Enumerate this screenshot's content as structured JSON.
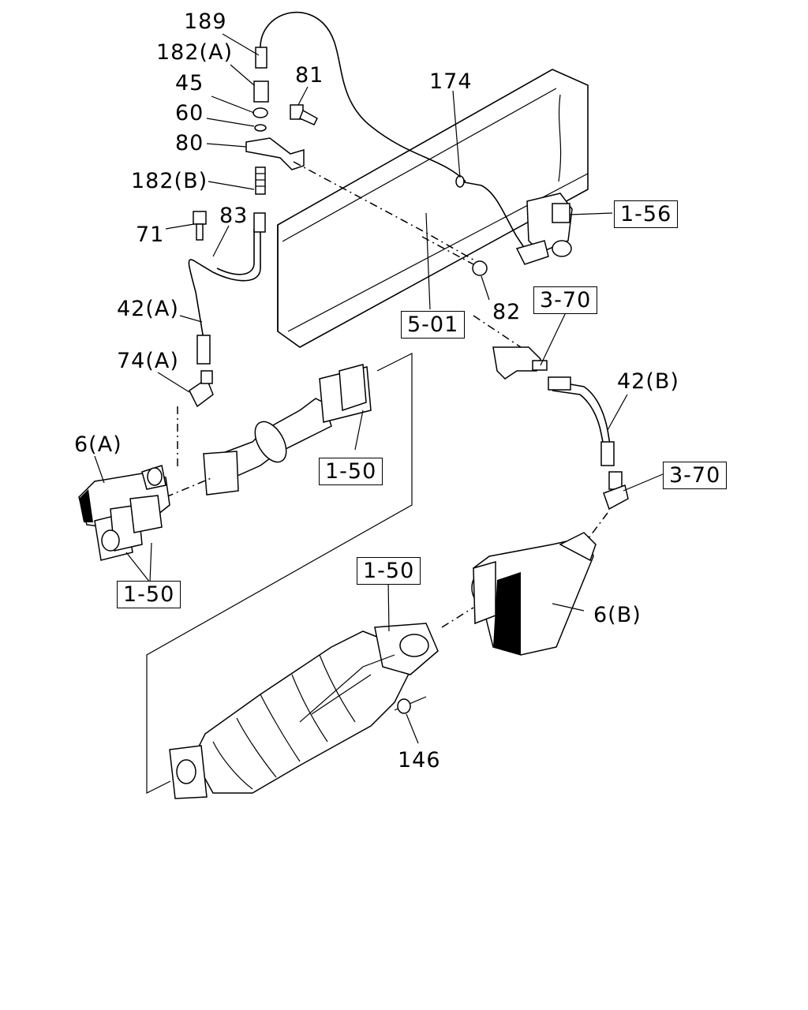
{
  "labels": {
    "p189": "189",
    "p182a": "182(A)",
    "p45": "45",
    "p60": "60",
    "p80": "80",
    "p182b": "182(B)",
    "p81": "81",
    "p174": "174",
    "p71": "71",
    "p83": "83",
    "p42a": "42(A)",
    "p74a": "74(A)",
    "p82": "82",
    "p6a": "6(A)",
    "p42b": "42(B)",
    "p6b": "6(B)",
    "p146": "146"
  },
  "refs": {
    "r156": "1-56",
    "r501": "5-01",
    "r370a": "3-70",
    "r370b": "3-70",
    "r150a": "1-50",
    "r150b": "1-50",
    "r150c": "1-50"
  }
}
